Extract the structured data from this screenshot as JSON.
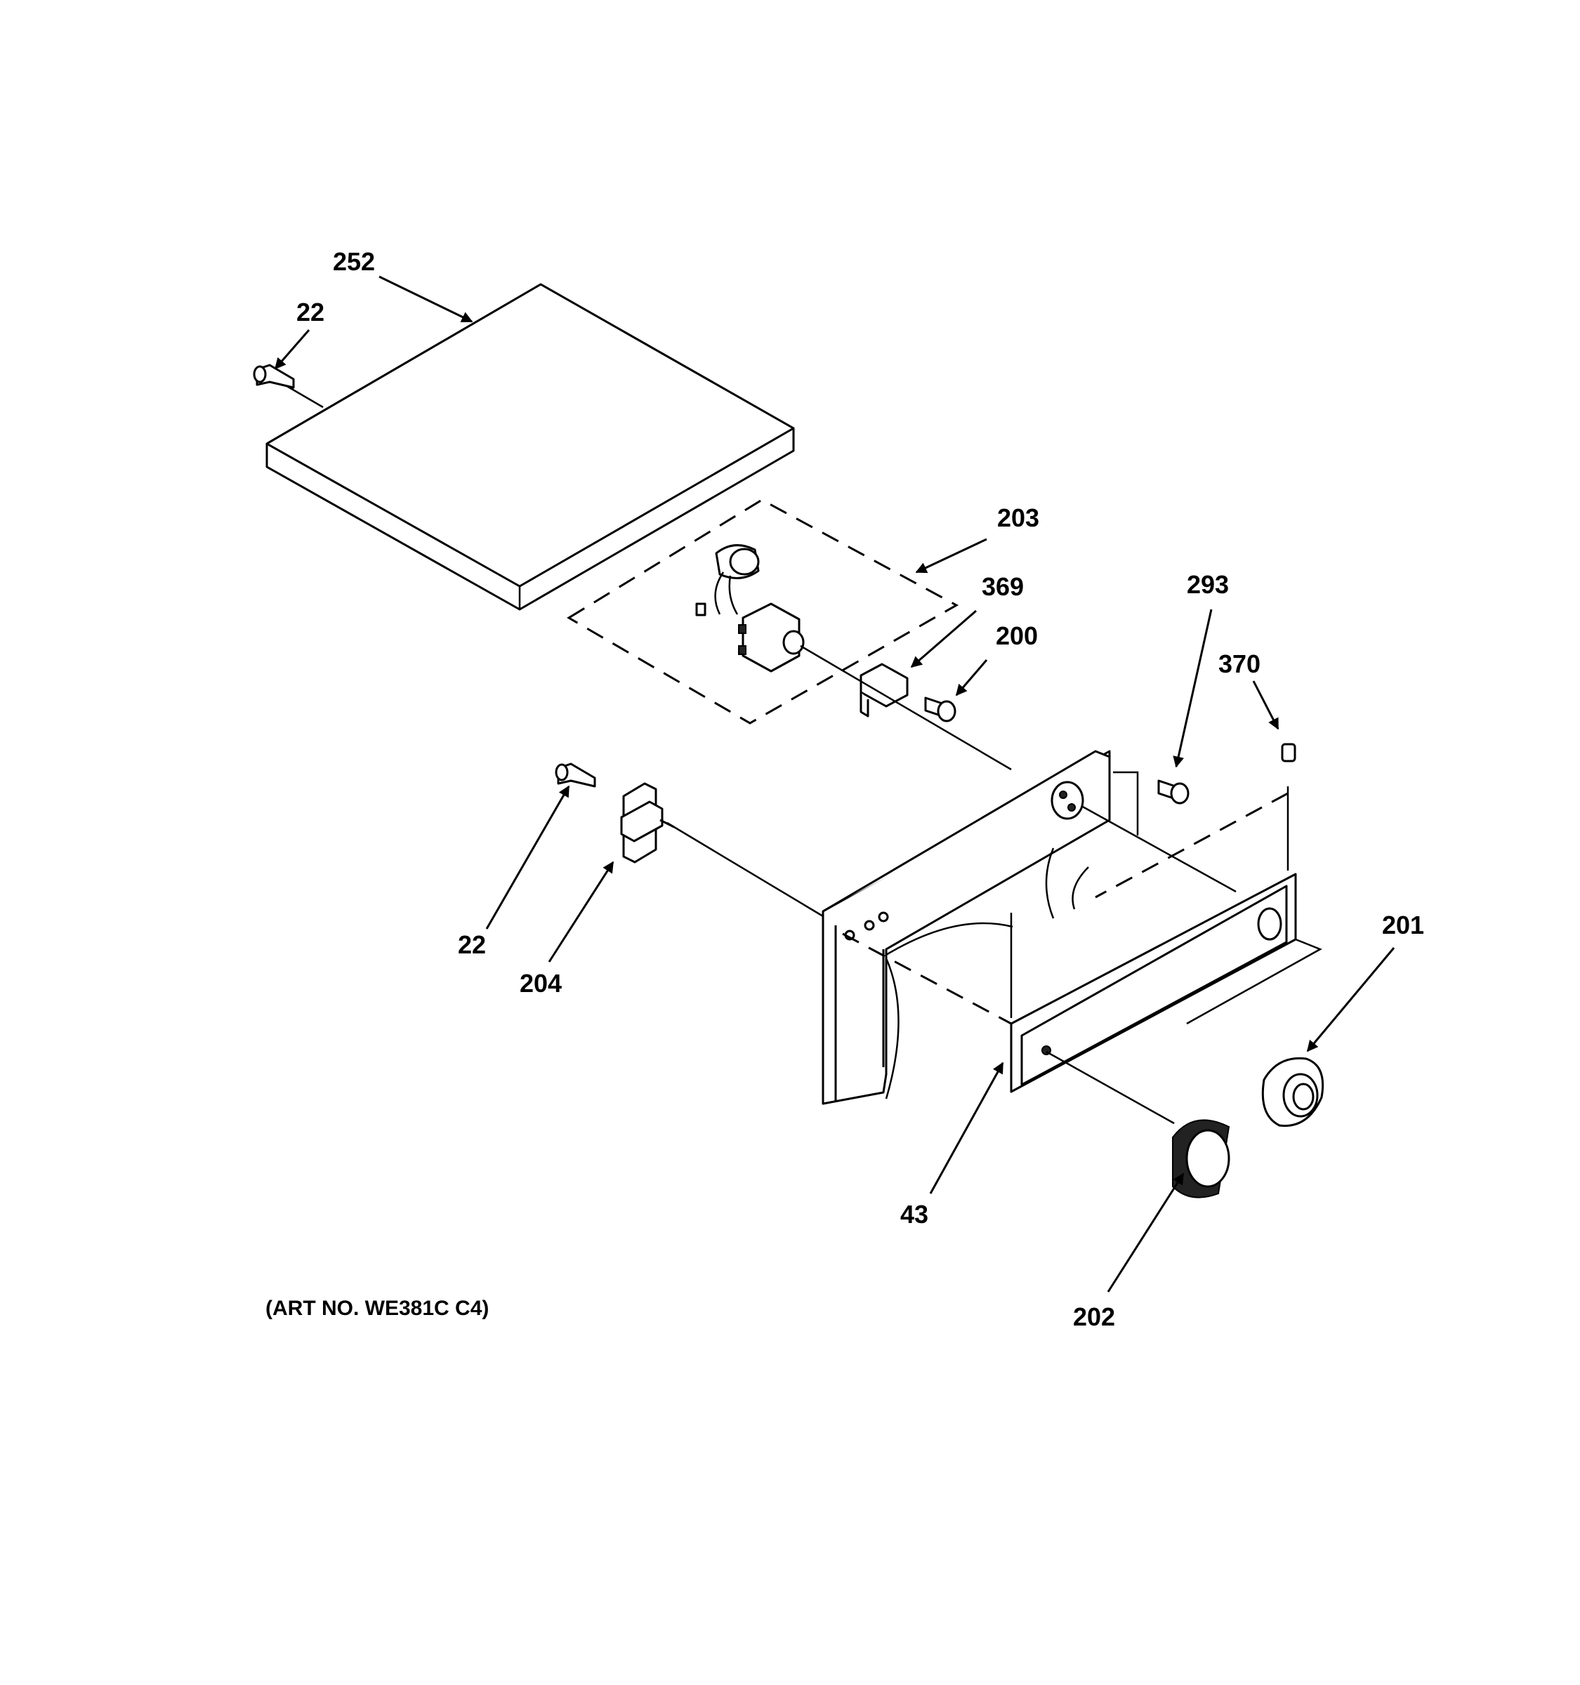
{
  "labels": {
    "top_cover": "252",
    "screw_left_top": "22",
    "dashed_group": "203",
    "bracket": "369",
    "screw_bracket": "200",
    "screw_panel": "293",
    "end_cap": "370",
    "screw_hinge": "22",
    "hinge": "204",
    "knob_ring": "201",
    "control_panel": "43",
    "knob": "202"
  },
  "caption": "(ART NO. WE381C C4)"
}
